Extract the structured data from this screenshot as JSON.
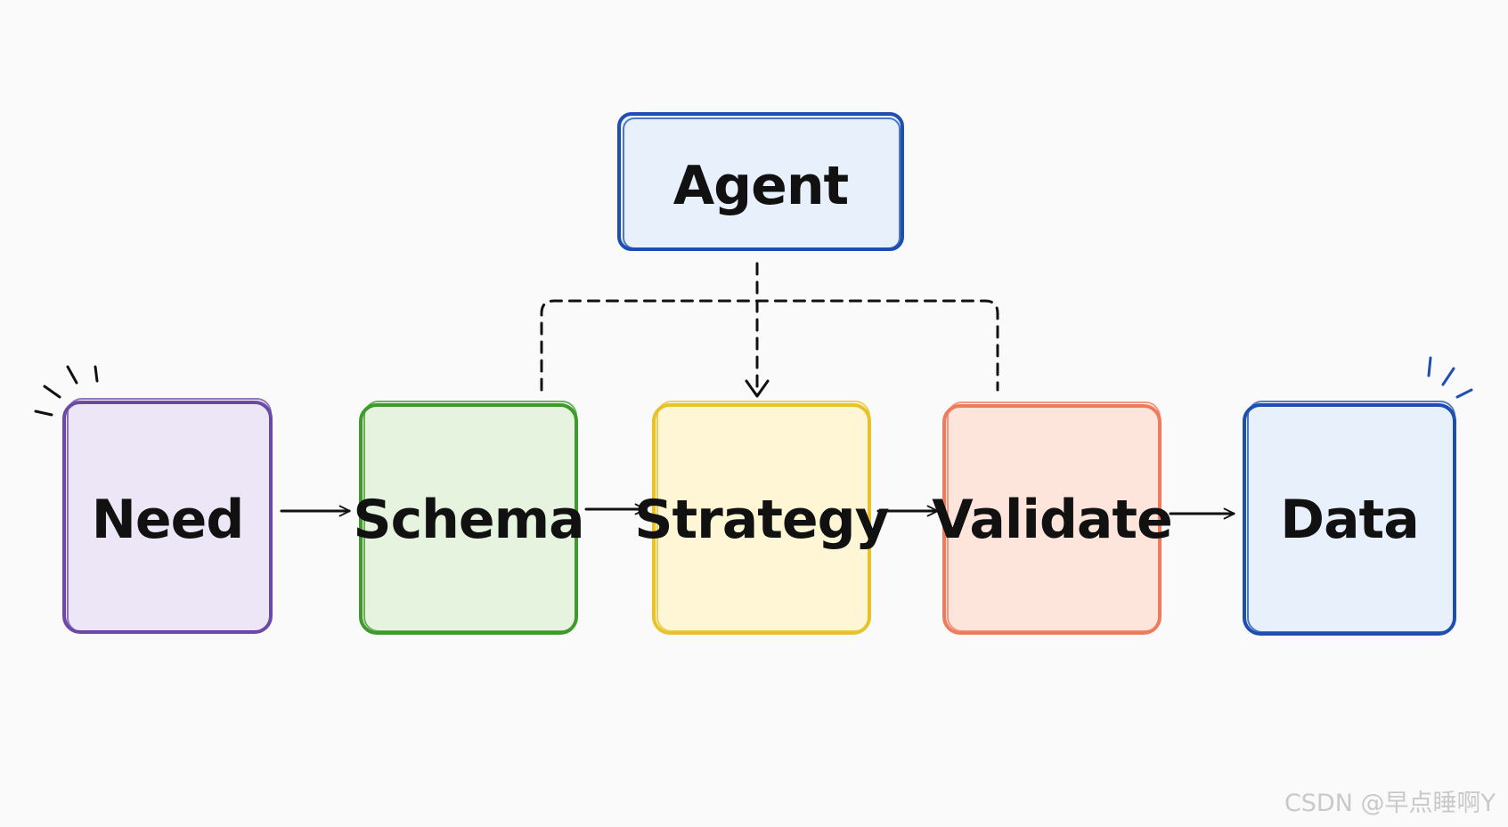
{
  "nodes": {
    "agent": {
      "label": "Agent",
      "stroke": "#1d4fb0",
      "fill": "#e8f0fc"
    },
    "need": {
      "label": "Need",
      "stroke": "#6b4aa6",
      "fill": "#ede6f7"
    },
    "schema": {
      "label": "Schema",
      "stroke": "#3f9a2c",
      "fill": "#e6f4df"
    },
    "strategy": {
      "label": "Strategy",
      "stroke": "#e8c229",
      "fill": "#fff6d6"
    },
    "validate": {
      "label": "Validate",
      "stroke": "#ee7b5d",
      "fill": "#fde5dc"
    },
    "data": {
      "label": "Data",
      "stroke": "#1d4fb0",
      "fill": "#e8f0fc"
    }
  },
  "watermark": "CSDN @早点睡啊Y"
}
